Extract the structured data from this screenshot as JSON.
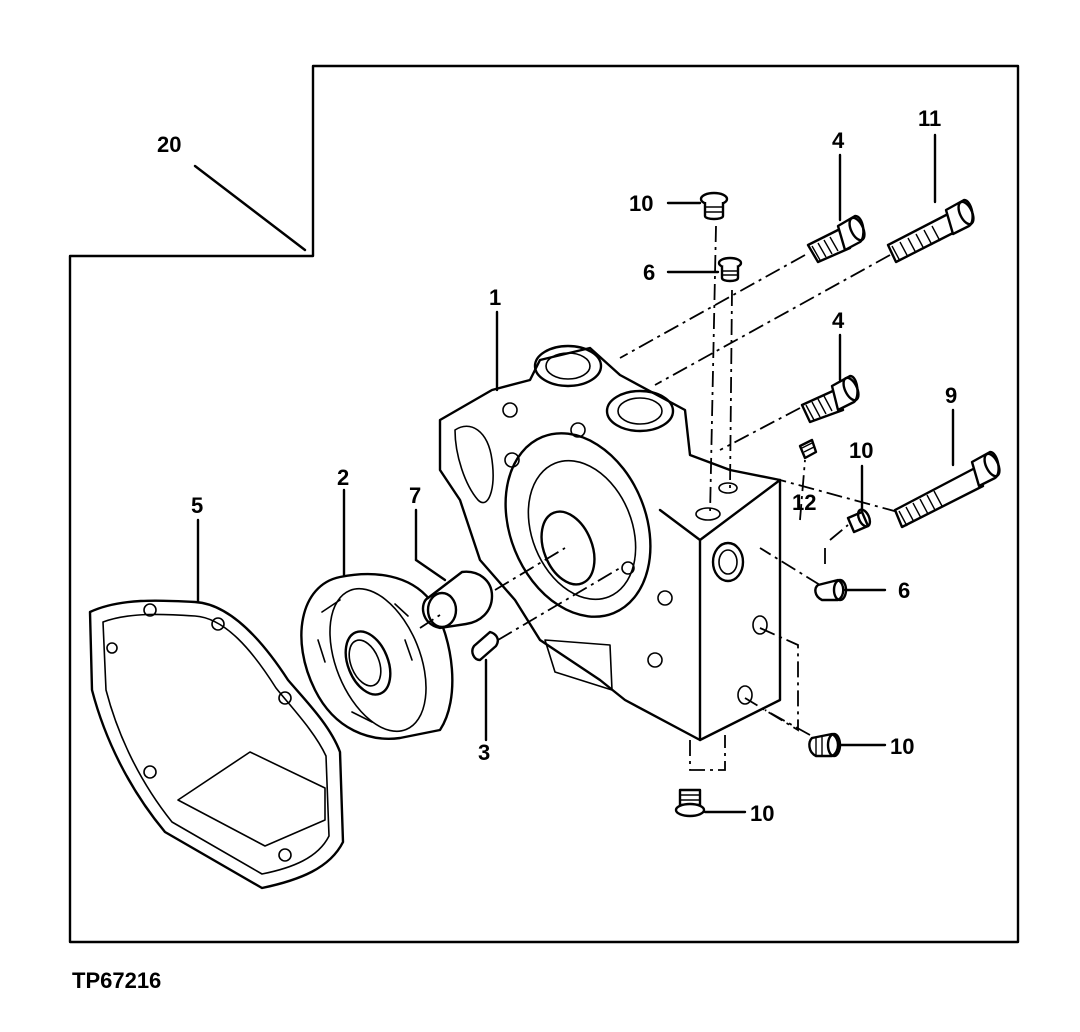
{
  "figure_id": "TP67216",
  "callouts": [
    {
      "id": "20",
      "label": "20"
    },
    {
      "id": "1",
      "label": "1"
    },
    {
      "id": "2",
      "label": "2"
    },
    {
      "id": "3",
      "label": "3"
    },
    {
      "id": "4a",
      "label": "4"
    },
    {
      "id": "4b",
      "label": "4"
    },
    {
      "id": "5",
      "label": "5"
    },
    {
      "id": "6a",
      "label": "6"
    },
    {
      "id": "6b",
      "label": "6"
    },
    {
      "id": "7",
      "label": "7"
    },
    {
      "id": "9",
      "label": "9"
    },
    {
      "id": "10a",
      "label": "10"
    },
    {
      "id": "10b",
      "label": "10"
    },
    {
      "id": "10c",
      "label": "10"
    },
    {
      "id": "10d",
      "label": "10"
    },
    {
      "id": "11",
      "label": "11"
    },
    {
      "id": "12",
      "label": "12"
    }
  ]
}
